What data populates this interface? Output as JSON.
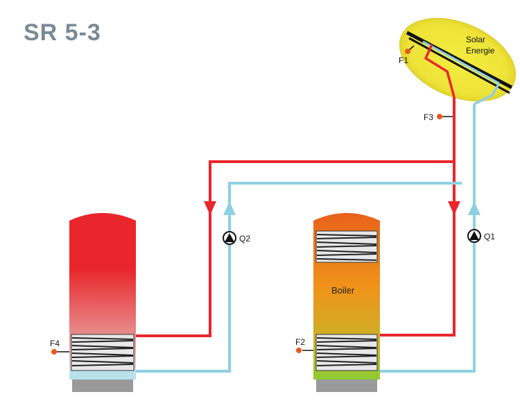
{
  "title": "SR 5-3",
  "collector": {
    "label_line1": "Solar",
    "label_line2": "Energie"
  },
  "sensors": {
    "f1": "F1",
    "f2": "F2",
    "f3": "F3",
    "f4": "F4"
  },
  "pumps": {
    "q1": "Q1",
    "q2": "Q2"
  },
  "tanks": {
    "boiler_label": "Boiler"
  },
  "colors": {
    "flow_hot": "#e8262b",
    "flow_cold": "#8dd0e2",
    "sensor": "#e85a1a",
    "collector_halo": "#f1ea3c"
  }
}
